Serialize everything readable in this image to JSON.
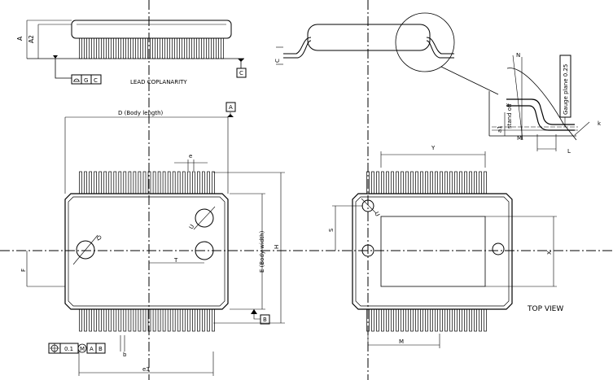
{
  "labels": {
    "dim_a": "A",
    "dim_a2": "A2",
    "dim_c": "C",
    "datum_c": "C",
    "datum_a": "A",
    "datum_b": "B",
    "coplanarity_g": "G",
    "coplanarity_c": "C",
    "lead_coplanarity": "LEAD COPLANARITY",
    "body_length": "D  (Body length)",
    "body_width": "E  (Body width)",
    "dim_e": "e",
    "dim_h": "H",
    "dim_f": "F",
    "dim_t": "T",
    "dim_u1": "U",
    "dim_u2": "U",
    "dim_q": "Q",
    "dim_b": "b",
    "dim_e3": "e3",
    "fcf_tol": "0.1",
    "fcf_m": "M",
    "fcf_a": "A",
    "fcf_b": "B",
    "dim_y": "Y",
    "dim_s": "S",
    "dim_x": "X",
    "dim_m": "M",
    "top_view": "TOP VIEW",
    "detail_n": "N",
    "detail_m": "M",
    "detail_a1": "a1",
    "stand_off": "stand off",
    "gauge_plane": "Gauge plane 0.25",
    "dim_l": "L",
    "dim_k": "k"
  },
  "colors": {
    "line": "#000000",
    "background": "#ffffff"
  }
}
